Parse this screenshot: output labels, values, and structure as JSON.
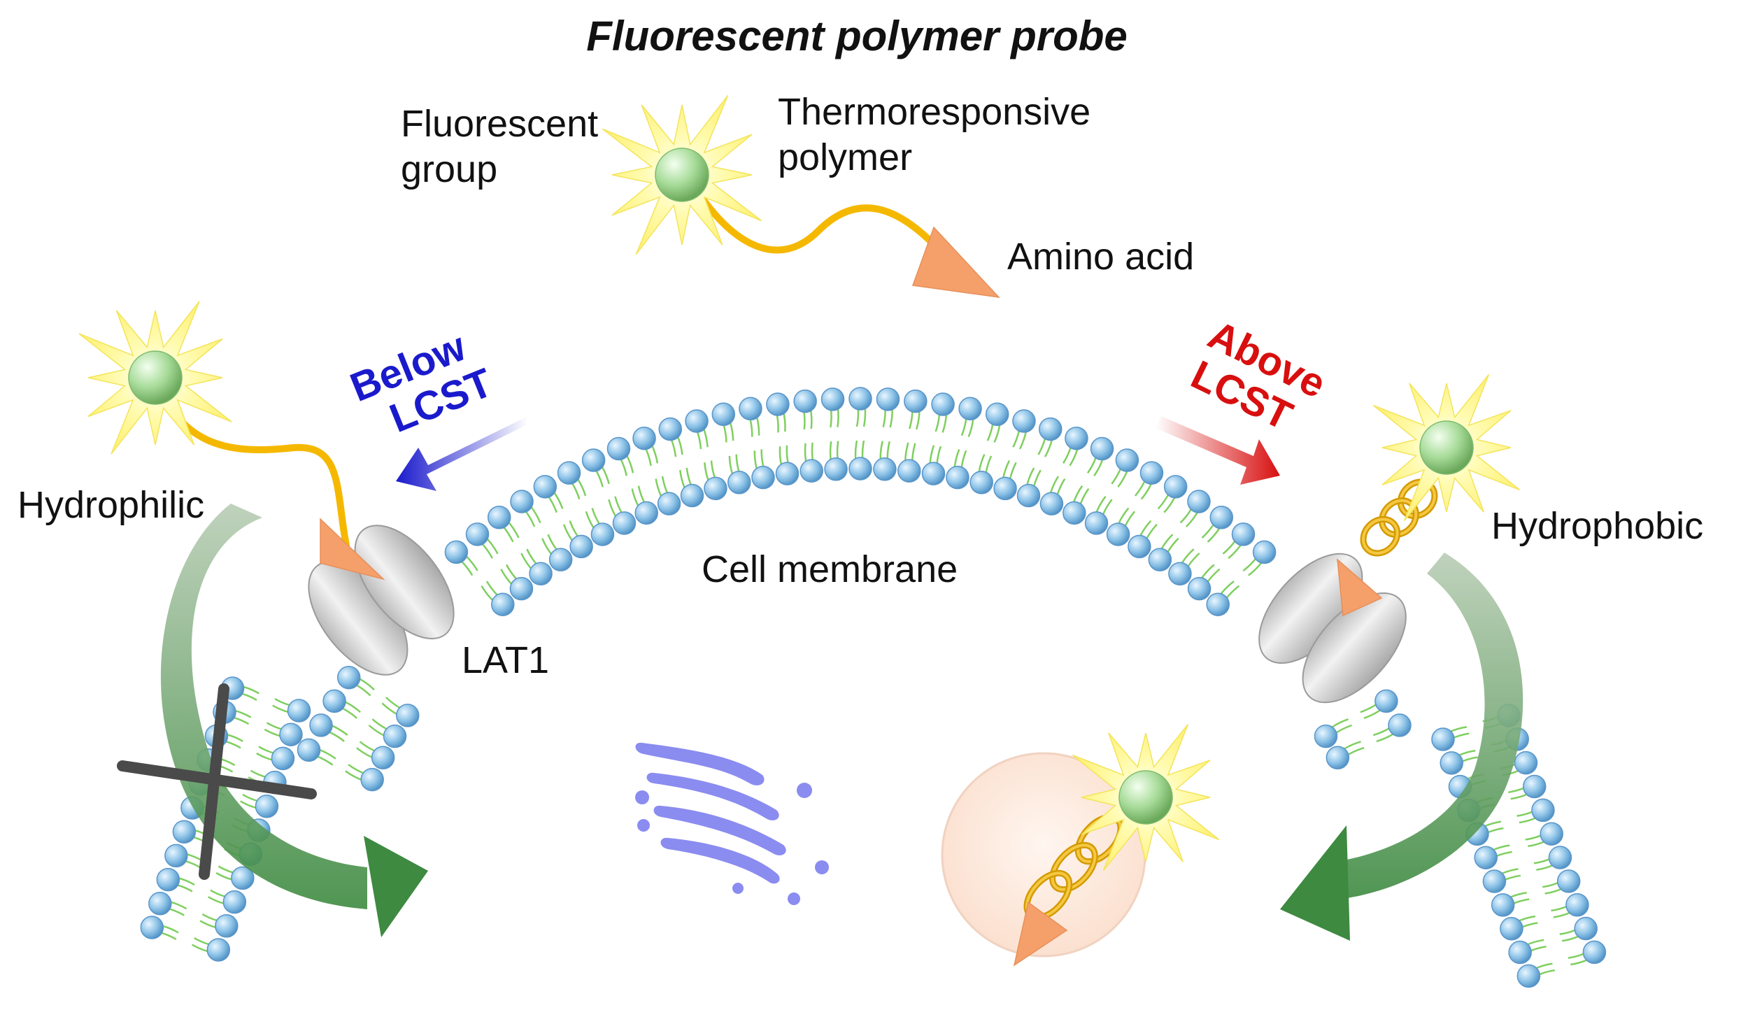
{
  "title": "Fluorescent polymer probe",
  "labels": {
    "fluorescent_group": [
      "Fluorescent",
      "group"
    ],
    "thermoresponsive_polymer": [
      "Thermoresponsive",
      "polymer"
    ],
    "amino_acid": "Amino acid",
    "hydrophilic": "Hydrophilic",
    "hydrophobic": "Hydrophobic",
    "cell_membrane": "Cell membrane",
    "lat1": "LAT1"
  },
  "conditions": {
    "below": {
      "lines": [
        "Below",
        "LCST"
      ],
      "color": "#1a1acc"
    },
    "above": {
      "lines": [
        "Above",
        "LCST"
      ],
      "color": "#d80f0f"
    }
  },
  "colors": {
    "lipid_head": "#8fc4e8",
    "lipid_tail": "#7fcf5f",
    "polymer": "#f5b800",
    "fluorophore": "#a8dc9a",
    "glow": "#fff27a",
    "amino_acid": "#f5a06a",
    "transporter": "#d6d6d6",
    "arrow_green": "#4f9a52",
    "organelle": "#8a8cf0",
    "vesicle": "#fbe3d4"
  }
}
